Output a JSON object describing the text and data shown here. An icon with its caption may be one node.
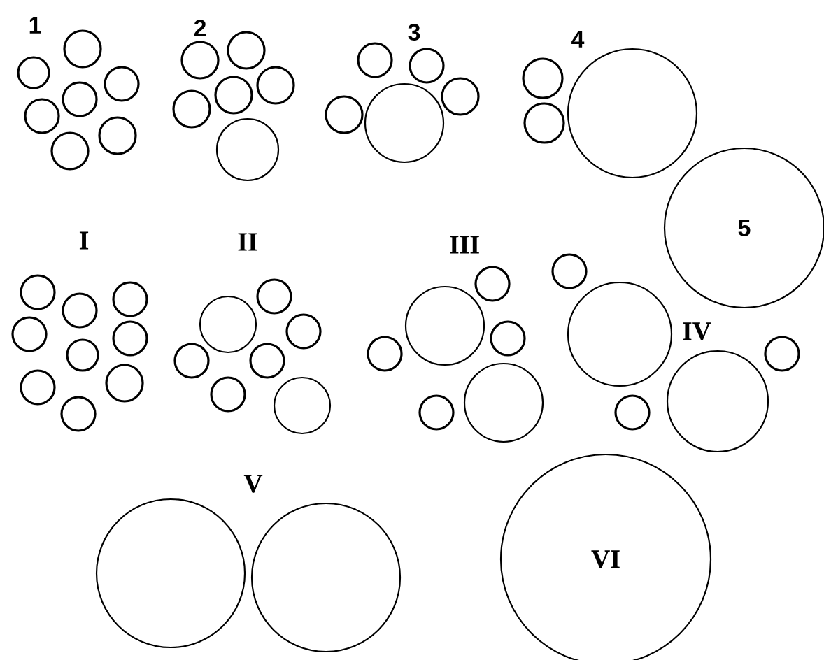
{
  "diagram": {
    "nodes": [
      {
        "text": [],
        "shape": "circle"
      },
      {
        "text": [],
        "shape": "circle"
      },
      {
        "text": [],
        "shape": "circle"
      },
      {
        "text": [],
        "shape": "circle"
      },
      {
        "text": [],
        "shape": "circle"
      },
      {
        "text": [],
        "shape": "circle"
      },
      {
        "text": [],
        "shape": "circle"
      },
      {
        "text": [],
        "shape": "circle"
      },
      {
        "text": [],
        "shape": "circle"
      },
      {
        "text": [],
        "shape": "circle"
      },
      {
        "text": [],
        "shape": "circle"
      },
      {
        "text": [],
        "shape": "circle"
      },
      {
        "text": [],
        "shape": "circle"
      },
      {
        "text": [],
        "shape": "circle"
      },
      {
        "text": [],
        "shape": "circle"
      },
      {
        "text": [],
        "shape": "circle"
      },
      {
        "text": [],
        "shape": "circle"
      },
      {
        "text": [],
        "shape": "circle"
      },
      {
        "text": [],
        "shape": "circle"
      },
      {
        "text": [],
        "shape": "circle"
      },
      {
        "text": [],
        "shape": "circle"
      },
      {
        "text": [
          "5"
        ]
      },
      {
        "text": [],
        "shape": "circle"
      },
      {
        "text": [],
        "shape": "circle"
      },
      {
        "text": [],
        "shape": "circle"
      },
      {
        "text": [],
        "shape": "circle"
      },
      {
        "text": [],
        "shape": "circle"
      },
      {
        "text": [],
        "shape": "circle"
      },
      {
        "text": [],
        "shape": "circle"
      },
      {
        "text": [],
        "shape": "circle"
      },
      {
        "text": [],
        "shape": "circle"
      },
      {
        "text": [],
        "shape": "circle"
      },
      {
        "text": [],
        "shape": "circle"
      },
      {
        "text": [],
        "shape": "circle"
      },
      {
        "text": [],
        "shape": "circle"
      },
      {
        "text": [],
        "shape": "circle"
      },
      {
        "text": [],
        "shape": "circle"
      },
      {
        "text": [],
        "shape": "circle"
      },
      {
        "text": [],
        "shape": "circle"
      },
      {
        "text": [],
        "shape": "circle"
      },
      {
        "text": [],
        "shape": "circle"
      },
      {
        "text": [],
        "shape": "circle"
      },
      {
        "text": [],
        "shape": "circle"
      },
      {
        "text": [],
        "shape": "circle"
      },
      {
        "text": [],
        "shape": "circle"
      },
      {
        "text": [],
        "shape": "circle"
      },
      {
        "text": [],
        "shape": "circle"
      },
      {
        "text": [],
        "shape": "circle"
      },
      {
        "text": [],
        "shape": "circle"
      },
      {
        "text": [],
        "shape": "circle"
      },
      {
        "text": [],
        "shape": "circle"
      },
      {
        "text": [
          "VI"
        ]
      }
    ],
    "labels": [
      "1",
      "2",
      "3",
      "4",
      "I",
      "II",
      "III",
      "IV",
      "V"
    ]
  }
}
